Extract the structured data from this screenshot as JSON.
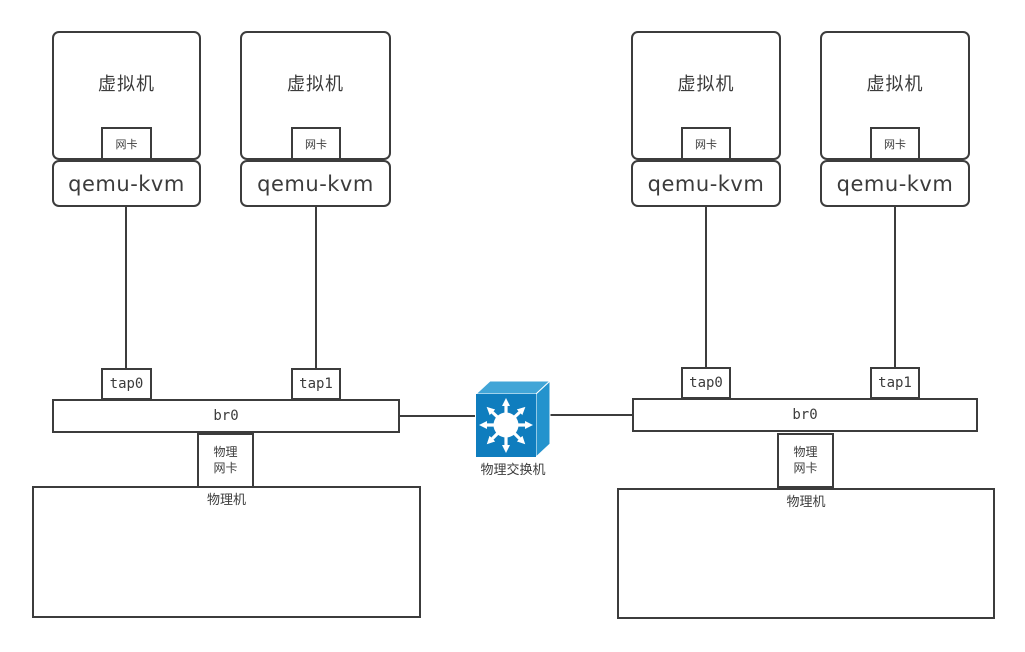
{
  "colors": {
    "line": "#3c3c3c",
    "text": "#3b3b3b",
    "switch_front": "#0f7dbe",
    "switch_top": "#41a5d7",
    "switch_side": "#2493cd",
    "switch_glyph": "#ffffff"
  },
  "vm_groups": [
    {
      "vm_label": "虚拟机",
      "nic_label": "网卡",
      "hypervisor_label": "qemu-kvm"
    },
    {
      "vm_label": "虚拟机",
      "nic_label": "网卡",
      "hypervisor_label": "qemu-kvm"
    },
    {
      "vm_label": "虚拟机",
      "nic_label": "网卡",
      "hypervisor_label": "qemu-kvm"
    },
    {
      "vm_label": "虚拟机",
      "nic_label": "网卡",
      "hypervisor_label": "qemu-kvm"
    }
  ],
  "hosts": [
    {
      "taps": [
        "tap0",
        "tap1"
      ],
      "bridge_label": "br0",
      "phys_nic_label": "物理\n网卡",
      "host_label": "物理机"
    },
    {
      "taps": [
        "tap0",
        "tap1"
      ],
      "bridge_label": "br0",
      "phys_nic_label": "物理\n网卡",
      "host_label": "物理机"
    }
  ],
  "switch": {
    "label": "物理交换机"
  }
}
